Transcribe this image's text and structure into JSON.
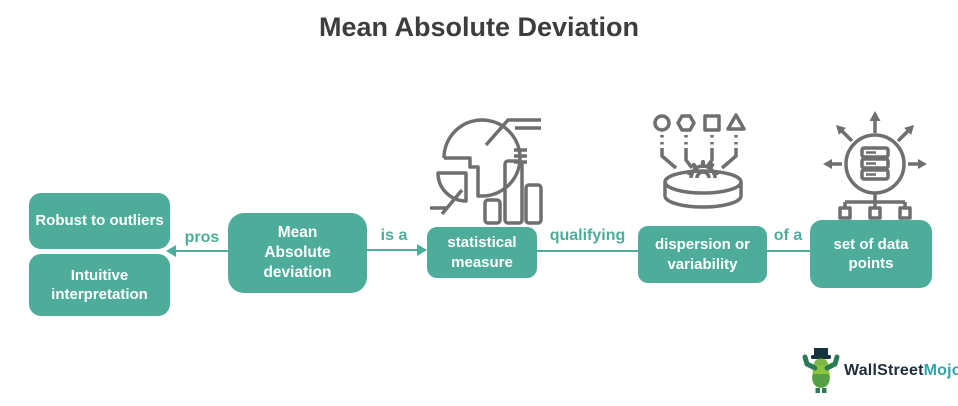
{
  "title": "Mean Absolute Deviation",
  "nodes": {
    "robust": "Robust to outliers",
    "intuitive": "Intuitive interpretation",
    "mad": "Mean Absolute deviation",
    "statistical": "statistical measure",
    "dispersion": "dispersion or variability",
    "set_of_data": "set of data points"
  },
  "connectors": {
    "pros": "pros",
    "is_a": "is a",
    "qualifying": "qualifying",
    "of_a": "of a"
  },
  "icons": {
    "statistical": "pie-and-bar-chart-icon",
    "dispersion": "shapes-mixing-bowl-icon",
    "set_of_data": "data-distribution-icon"
  },
  "colors": {
    "node_fill": "#4dad9a",
    "node_text": "#ffffff",
    "connector": "#4dad9a",
    "title_text": "#3d3d3d",
    "icon_stroke": "#6f6f6f",
    "logo_dark": "#1d2f3a",
    "logo_accent": "#2fa3a8"
  },
  "logo": {
    "brand_dark": "WallStreet",
    "brand_accent": "Mojo"
  }
}
